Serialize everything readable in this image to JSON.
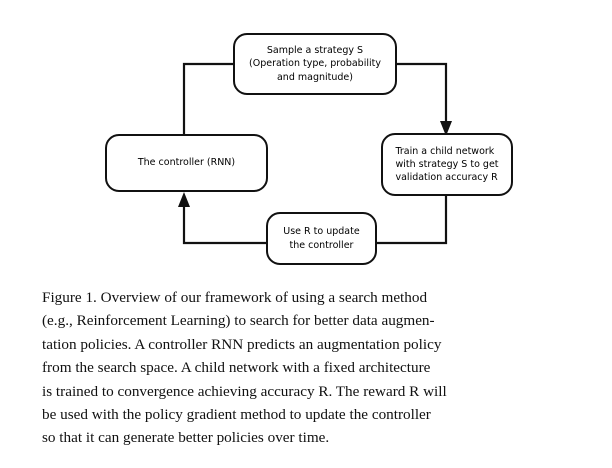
{
  "figure": {
    "label": "Figure 1",
    "background_color": "#ffffff",
    "line_color": "#111111",
    "diagram": {
      "type": "flowchart-cycle",
      "nodes": [
        {
          "id": "sample",
          "name": "sample-strategy-box",
          "text": "Sample a strategy S\n(Operation type, probability\nand magnitude)"
        },
        {
          "id": "train",
          "name": "train-child-network-box",
          "text": "Train a child network\nwith strategy S to get\nvalidation accuracy R"
        },
        {
          "id": "update",
          "name": "update-controller-box",
          "text": "Use R to update\nthe controller"
        },
        {
          "id": "controller",
          "name": "controller-rnn-box",
          "text": "The controller (RNN)"
        }
      ],
      "edges": [
        {
          "from": "controller",
          "to": "sample",
          "arrowhead": false
        },
        {
          "from": "sample",
          "to": "train",
          "arrowhead": true
        },
        {
          "from": "train",
          "to": "update",
          "arrowhead": false
        },
        {
          "from": "update",
          "to": "controller",
          "arrowhead": true
        }
      ]
    },
    "caption_lines": [
      "Figure 1. Overview of our framework of using a search method",
      "(e.g., Reinforcement Learning) to search for better data augmen-",
      "tation policies. A controller RNN predicts an augmentation policy",
      "from the search space.  A child network with a fixed architecture",
      "is trained to convergence achieving accuracy R. The reward R will",
      "be used with the policy gradient method to update the controller",
      "so that it can generate better policies over time."
    ],
    "caption_text": "Figure 1. Overview of our framework of using a search method (e.g., Reinforcement Learning) to search for better data augmentation policies. A controller RNN predicts an augmentation policy from the search space. A child network with a fixed architecture is trained to convergence achieving accuracy R. The reward R will be used with the policy gradient method to update the controller so that it can generate better policies over time."
  }
}
